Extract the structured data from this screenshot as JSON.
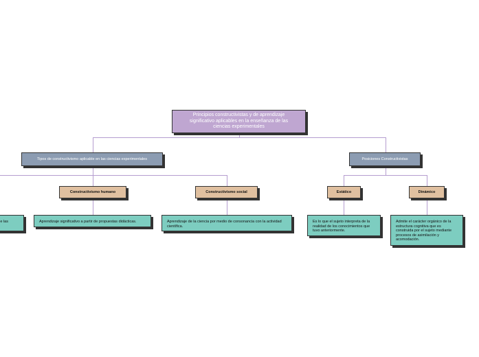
{
  "root": "Principios constructivistas y de aprendizaje significativo aplicables en la enseñanza de las ciencias experimentales",
  "tipos": {
    "label": "Tipos de constructivismo aplicable en las ciencias experimentales",
    "partial_leaf": "e las",
    "humano": {
      "label": "Constructivismo humano",
      "leaf": "Aprendizaje significativo a partir de propuestas didácticas."
    },
    "social": {
      "label": "Constructivismo social",
      "leaf": "Aprendizaje de la ciencia por medio de consonancia con la actividad científica."
    }
  },
  "posiciones": {
    "label": "Posiciones Constructivistas",
    "estatico": {
      "label": "Estático",
      "leaf": "Es lo que el sujeto interpreta de la realidad de los conocimientos que tuvo anteriormente."
    },
    "dinamico": {
      "label": "Dinámico",
      "leaf": "Admite el carácter orgánico de la estructura cognitiva que es construida por el sujeto mediante procesos de asimilación y acomodación."
    }
  }
}
